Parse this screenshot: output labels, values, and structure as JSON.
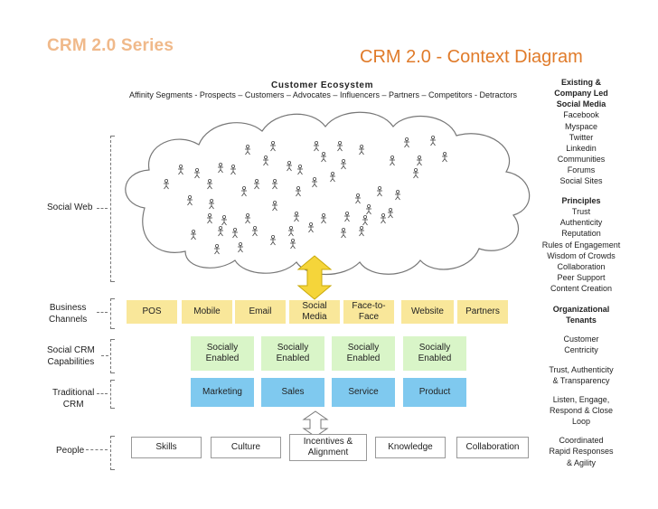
{
  "header": {
    "series": "CRM 2.0 Series",
    "title": "CRM 2.0 - Context Diagram"
  },
  "ecosystem": {
    "title": "Customer Ecosystem",
    "subtitle": "Affinity Segments - Prospects – Customers – Advocates – Influencers – Partners – Competitors - Detractors"
  },
  "left_labels": {
    "social_web": "Social Web",
    "business_channels": [
      "Business",
      "Channels"
    ],
    "social_crm": [
      "Social CRM",
      "Capabilities"
    ],
    "traditional_crm": [
      "Traditional",
      "CRM"
    ],
    "people": "People"
  },
  "channels": [
    "POS",
    "Mobile",
    "Email",
    "Social\nMedia",
    "Face-to-\nFace",
    "Website",
    "Partners"
  ],
  "social_enabled": [
    "Socially\nEnabled",
    "Socially\nEnabled",
    "Socially\nEnabled",
    "Socially\nEnabled"
  ],
  "traditional": [
    "Marketing",
    "Sales",
    "Service",
    "Product"
  ],
  "people_items": [
    "Skills",
    "Culture",
    "Incentives &\nAlignment",
    "Knowledge",
    "Collaboration"
  ],
  "right_panel": {
    "existing_heading": [
      "Existing &",
      "Company Led",
      "Social Media"
    ],
    "existing_items": [
      "Facebook",
      "Myspace",
      "Twitter",
      "Linkedin",
      "Communities",
      "Forums",
      "Social Sites"
    ],
    "principles_heading": "Principles",
    "principles_items": [
      "Trust",
      "Authenticity",
      "Reputation",
      "Rules of Engagement",
      "Wisdom of Crowds",
      "Collaboration",
      "Peer Support",
      "Content Creation"
    ],
    "tenants_heading": [
      "Organizational",
      "Tenants"
    ],
    "tenants_groups": [
      [
        "Customer",
        "Centricity"
      ],
      [
        "Trust, Authenticity",
        "& Transparency"
      ],
      [
        "Listen, Engage,",
        "Respond & Close",
        "Loop"
      ],
      [
        "Coordinated",
        "Rapid Responses",
        "& Agility"
      ]
    ]
  },
  "colors": {
    "series_title": "#f0b98a",
    "main_title": "#e07b2a",
    "channel_fill": "#f9e79a",
    "social_fill": "#d9f5c8",
    "traditional_fill": "#7fc9ef",
    "arrow_fill": "#f5d53a"
  },
  "icons": [
    "person-icon",
    "up-down-arrow-icon"
  ]
}
